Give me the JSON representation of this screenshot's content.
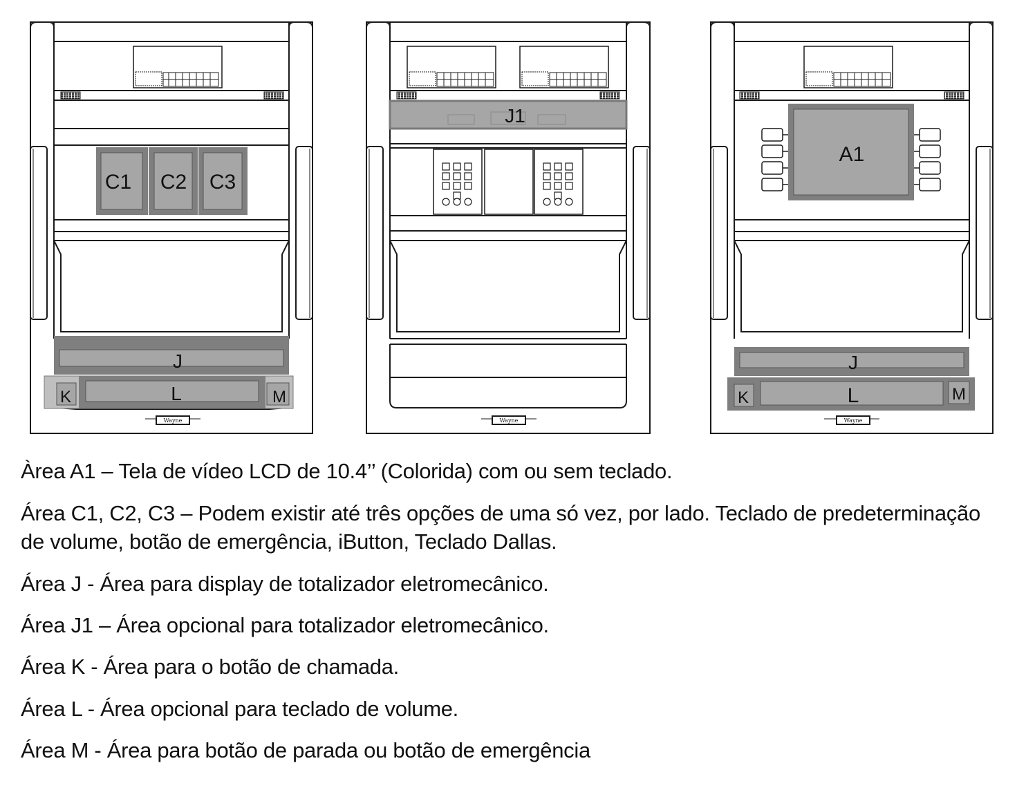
{
  "brand": "Wayne",
  "dispenser_left": {
    "labels": {
      "c1": "C1",
      "c2": "C2",
      "c3": "C3",
      "j": "J",
      "k": "K",
      "l": "L",
      "m": "M"
    }
  },
  "dispenser_middle": {
    "labels": {
      "j1": "J1"
    }
  },
  "dispenser_right": {
    "labels": {
      "a1": "A1",
      "j": "J",
      "k": "K",
      "l": "L",
      "m": "M"
    }
  },
  "descriptions": [
    "Àrea A1 – Tela de vídeo LCD de 10.4’’ (Colorida) com ou sem teclado.",
    "Área C1, C2, C3 – Podem existir até três opções de uma só vez, por lado. Teclado de predeterminação de volume, botão de emergência, iButton, Teclado Dallas.",
    "Área J - Área para display de totalizador eletromecânico.",
    "Área J1 – Área opcional para totalizador eletromecânico.",
    "Área K - Área para o botão de chamada.",
    "Área L - Área opcional para teclado de volume.",
    "Área M - Área para botão de parada ou botão de emergência"
  ],
  "colors": {
    "zone_fill": "#a6a6a6",
    "zone_border": "#7a7a7a",
    "line": "#1a1a1a"
  }
}
